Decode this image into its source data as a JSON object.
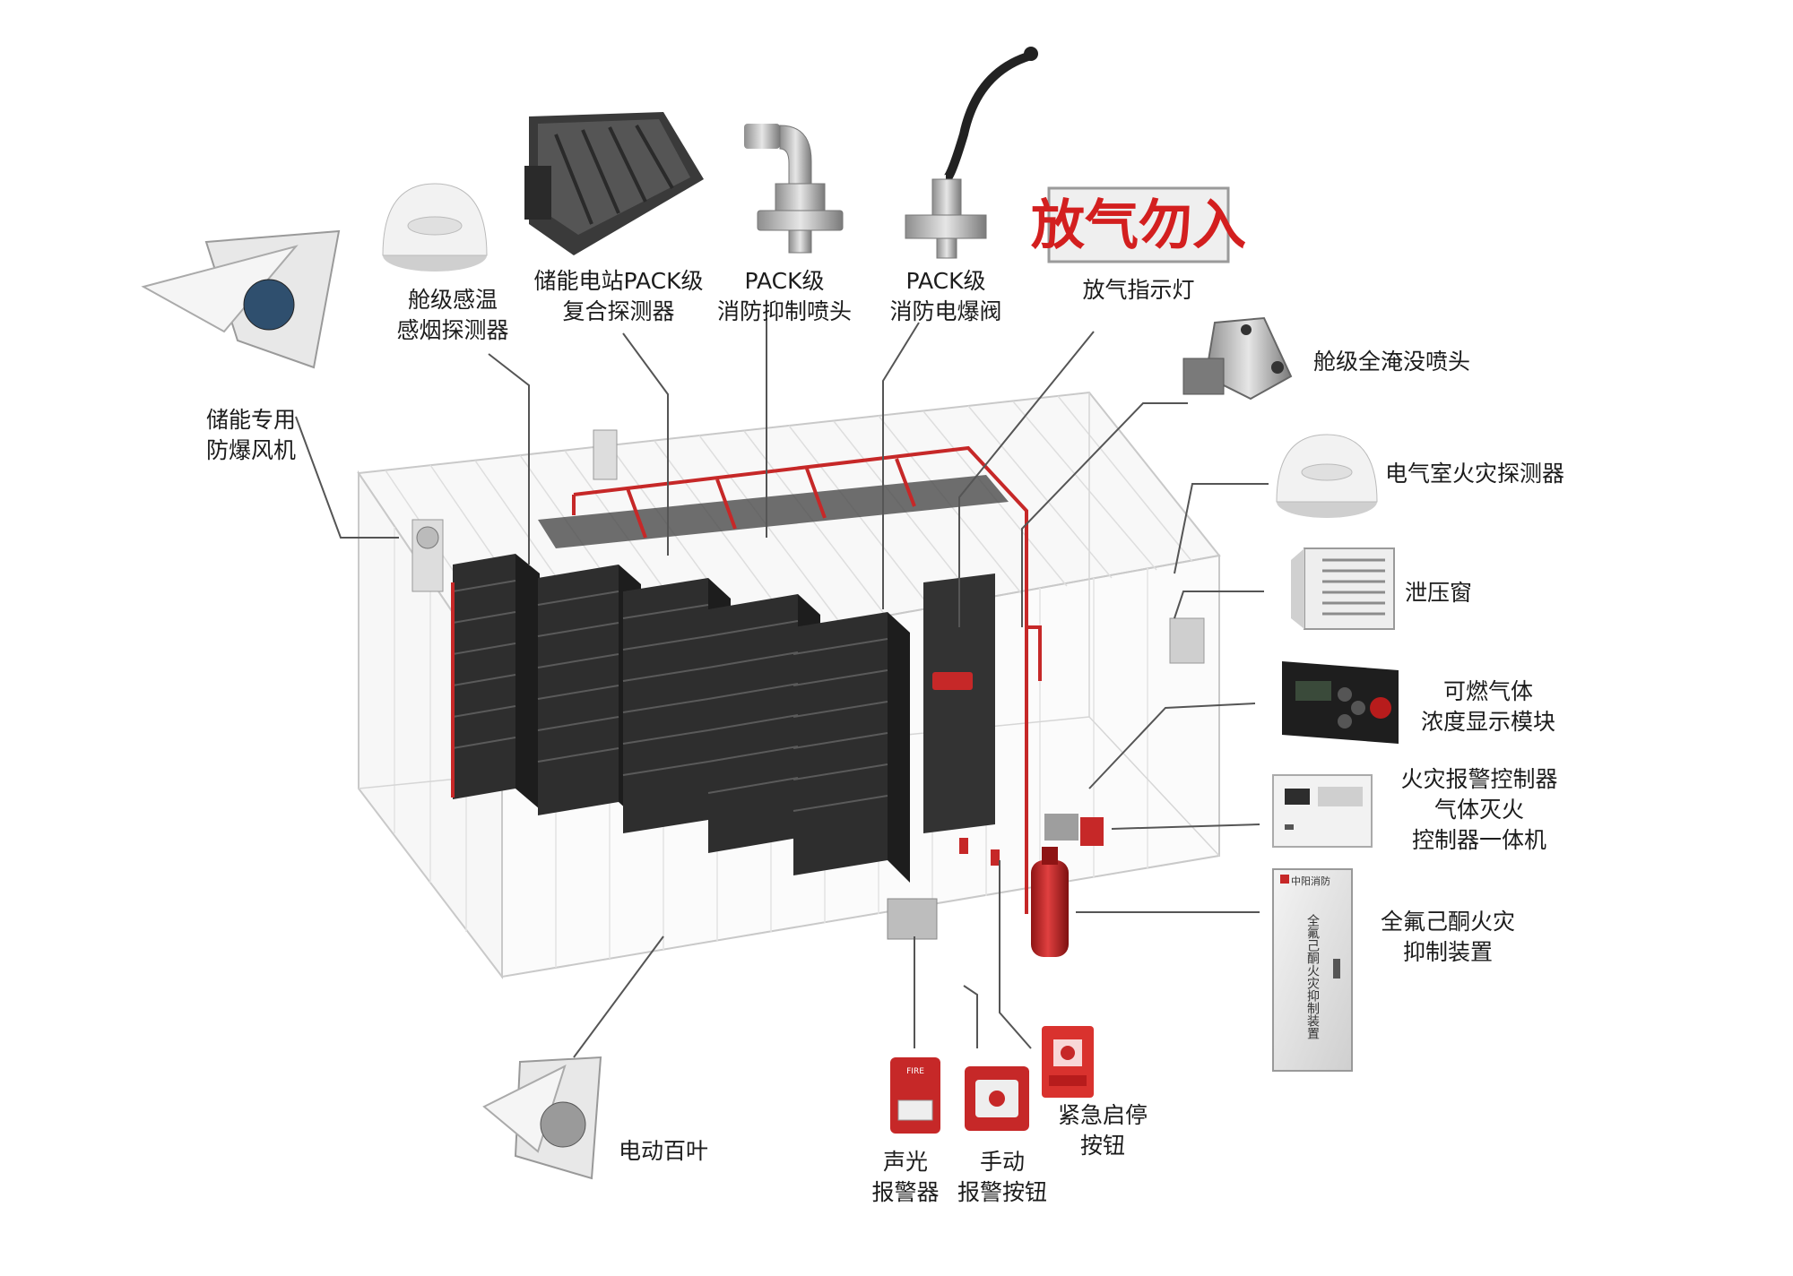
{
  "diagram": {
    "colors": {
      "pipe": "#c62828",
      "leader": "#555555",
      "battery": "#2b2b2b",
      "container_grid": "#d8d8d8",
      "sign_text": "#d31f1f"
    },
    "sign": {
      "text": "放气勿入"
    },
    "labels": {
      "fan": [
        "储能专用",
        "防爆风机"
      ],
      "temp_smoke": [
        "舱级感温",
        "感烟探测器"
      ],
      "pack_detector": [
        "储能电站PACK级",
        "复合探测器"
      ],
      "pack_nozzle": [
        "PACK级",
        "消防抑制喷头"
      ],
      "pack_valve": [
        "PACK级",
        "消防电爆阀"
      ],
      "release_light": [
        "放气指示灯"
      ],
      "cabin_nozzle": [
        "舱级全淹没喷头"
      ],
      "electrical_detector": [
        "电气室火灾探测器"
      ],
      "pressure_vent": [
        "泄压窗"
      ],
      "gas_module": [
        "可燃气体",
        "浓度显示模块"
      ],
      "fire_controller": [
        "火灾报警控制器",
        "气体灭火",
        "控制器一体机"
      ],
      "suppression_unit": [
        "全氟己酮火灾",
        "抑制装置"
      ],
      "louver": [
        "电动百叶"
      ],
      "alarm": [
        "声光",
        "报警器"
      ],
      "manual_button": [
        "手动",
        "报警按钮"
      ],
      "emergency_button": [
        "紧急启停",
        "按钮"
      ]
    },
    "cabinet_text": {
      "brand": "中阳消防",
      "vertical": "全氟己酮火灾抑制装置",
      "alarm_tag": "FIRE"
    }
  }
}
